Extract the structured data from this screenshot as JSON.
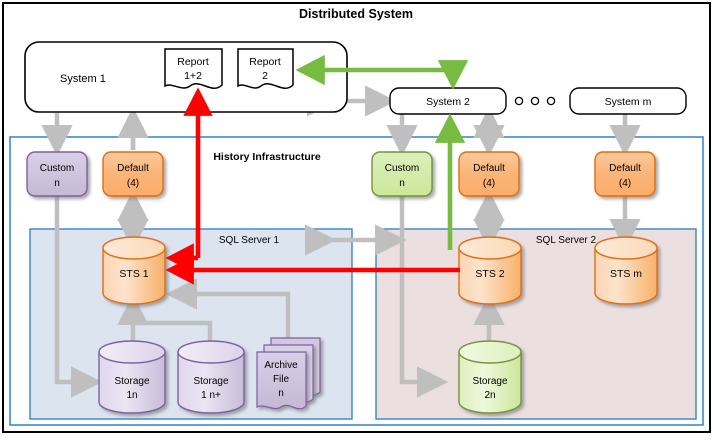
{
  "diagram": {
    "title": "Distributed System",
    "infrastructure_title": "History Infrastructure",
    "sql_server_1_title": "SQL Server 1",
    "sql_server_2_title": "SQL Server 2",
    "ellipsis": "O  O  O"
  },
  "systems": {
    "system1": "System 1",
    "system2": "System 2",
    "systemm": "System m"
  },
  "reports": {
    "report_1_line1": "Report",
    "report_1_line2": "1+2",
    "report_2_line1": "Report",
    "report_2_line2": "2"
  },
  "agents": {
    "custom1_line1": "Custom",
    "custom1_line2": "n",
    "default1_line1": "Default",
    "default1_line2": "(4)",
    "custom2_line1": "Custom",
    "custom2_line2": "n",
    "default2_line1": "Default",
    "default2_line2": "(4)",
    "defaultm_line1": "Default",
    "defaultm_line2": "(4)"
  },
  "databases": {
    "sts1": "STS 1",
    "sts2": "STS 2",
    "stsm": "STS m",
    "storage1n_line1": "Storage",
    "storage1n_line2": "1n",
    "storage1np_line1": "Storage",
    "storage1np_line2": "1 n+",
    "storage2n_line1": "Storage",
    "storage2n_line2": "2n",
    "archive_line1": "Archive",
    "archive_line2": "File",
    "archive_line3": "n"
  },
  "colors": {
    "outer_border": "#000000",
    "infra_border": "#1f7ac4",
    "sql1_fill": "#dce4f0",
    "sql2_fill": "#ecdfdf",
    "sql_border": "#2a7bc0",
    "orange_fill": "#fac090",
    "orange_light": "#fdeada",
    "orange_border": "#e36c09",
    "purple_fill": "#ccc0da",
    "purple_light": "#eae4f0",
    "purple_border": "#7e61a0",
    "green_fill": "#d7eeb3",
    "green_light": "#eef7dd",
    "green_border": "#76923c",
    "arrow_gray": "#bfbfbf",
    "arrow_red": "#ff0000",
    "arrow_green": "#77bb41"
  }
}
